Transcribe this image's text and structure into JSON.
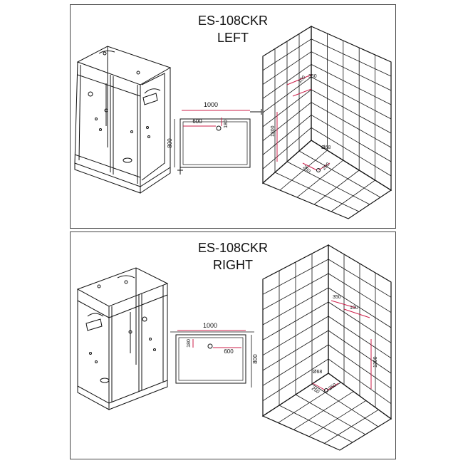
{
  "panels": [
    {
      "id": "left",
      "model": "ES-108CKR",
      "variant": "LEFT",
      "plan": {
        "width": "1000",
        "depth": "800",
        "offset": "600",
        "drain": "180"
      },
      "room": {
        "h1": "100",
        "h2": "350",
        "height": "1300",
        "drain_d": "Ø68",
        "d1": "250",
        "d2": "250"
      }
    },
    {
      "id": "right",
      "model": "ES-108CKR",
      "variant": "RIGHT",
      "plan": {
        "width": "1000",
        "depth": "800",
        "offset": "600",
        "drain": "180"
      },
      "room": {
        "h1": "350",
        "h2": "100",
        "height": "1300",
        "drain_d": "Ø68",
        "d1": "250",
        "d2": "250"
      }
    }
  ],
  "colors": {
    "line": "#111111",
    "dimension": "#cc1f4a",
    "background": "#ffffff"
  }
}
